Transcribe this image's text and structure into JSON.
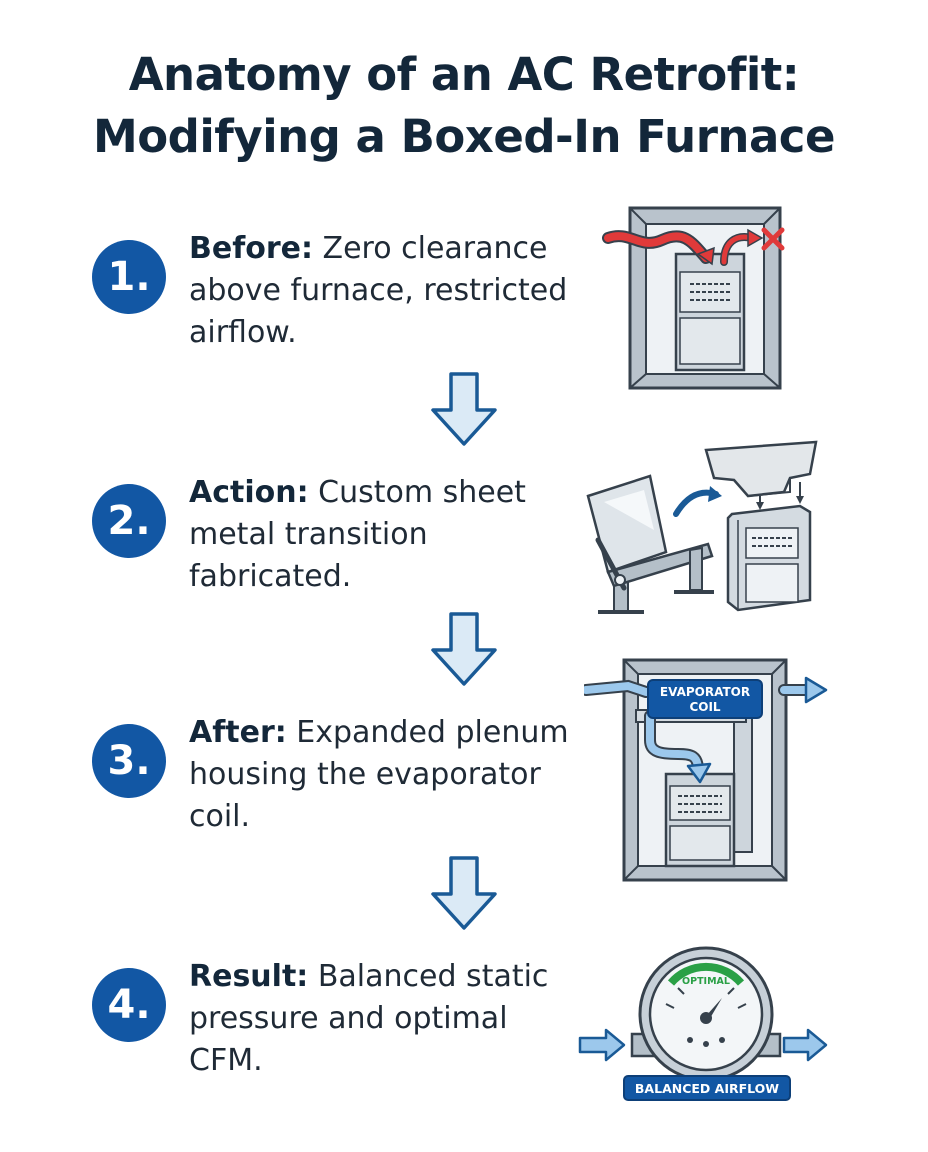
{
  "title": {
    "line1": "Anatomy of an AC Retrofit:",
    "line2": "Modifying a Boxed-In Furnace"
  },
  "steps": [
    {
      "number": "1.",
      "label": "Before:",
      "text": " Zero clearance above furnace, restricted airflow."
    },
    {
      "number": "2.",
      "label": "Action:",
      "text": " Custom sheet metal transition fabricated."
    },
    {
      "number": "3.",
      "label": "After:",
      "text": " Expanded plenum housing the evaporator coil."
    },
    {
      "number": "4.",
      "label": "Result:",
      "text": " Balanced static pressure and optimal CFM."
    }
  ],
  "illustrations": {
    "evaporator_label_line1": "EVAPORATOR",
    "evaporator_label_line2": "COIL",
    "gauge_label": "OPTIMAL",
    "banner_label": "BALANCED AIRFLOW"
  },
  "icons": {
    "step1": "boxed-in-furnace-blocked-airflow",
    "step2": "sheet-metal-brake-and-transition",
    "step3": "furnace-with-expanded-plenum",
    "step4": "pressure-gauge",
    "down_arrow": "down-arrow"
  },
  "colors": {
    "badge": "#1257a4",
    "title": "#13273a",
    "arrow_fill": "#dbeaf6",
    "arrow_stroke": "#1a5a96",
    "blocked": "#e03a3a",
    "airflow": "#9cc8ec",
    "gauge_green": "#2aa046"
  }
}
